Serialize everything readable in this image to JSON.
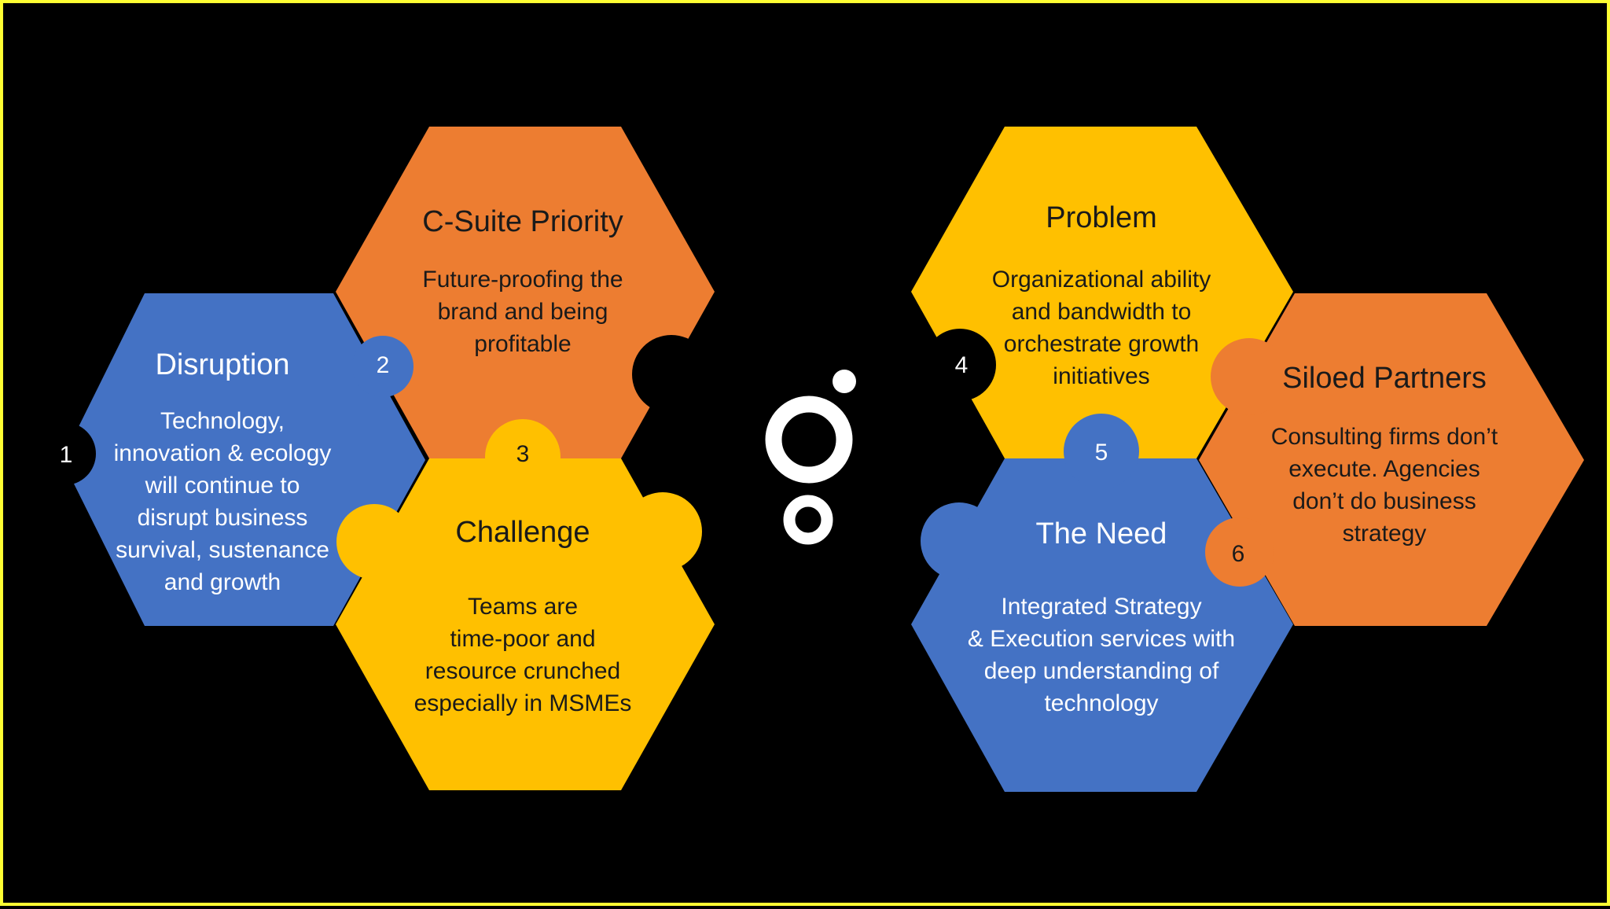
{
  "colors": {
    "background": "#000000",
    "border": "#ffff33",
    "blue": "#4472c4",
    "orange": "#ed7d31",
    "yellow": "#ffc000"
  },
  "logo": {
    "icon": "circles-logo-icon"
  },
  "hexagons": [
    {
      "number": "1",
      "title": "Disruption",
      "lines": [
        "Technology,",
        "innovation & ecology",
        "will continue to",
        "disrupt business",
        "survival, sustenance",
        "and growth"
      ]
    },
    {
      "number": "2",
      "title": "C-Suite Priority",
      "lines": [
        "Future-proofing the",
        "brand and being",
        "profitable"
      ]
    },
    {
      "number": "3",
      "title": "Challenge",
      "lines": [
        "Teams are",
        "time-poor and",
        "resource crunched",
        "especially in MSMEs"
      ]
    },
    {
      "number": "4",
      "title": "Problem",
      "lines": [
        "Organizational ability",
        "and bandwidth to",
        "orchestrate growth",
        "initiatives"
      ]
    },
    {
      "number": "5",
      "title": "The Need",
      "lines": [
        "Integrated Strategy",
        "& Execution services with",
        "deep understanding of",
        "technology"
      ]
    },
    {
      "number": "6",
      "title": "Siloed Partners",
      "lines": [
        "Consulting firms don’t",
        "execute. Agencies",
        "don’t do business",
        "strategy"
      ]
    }
  ]
}
